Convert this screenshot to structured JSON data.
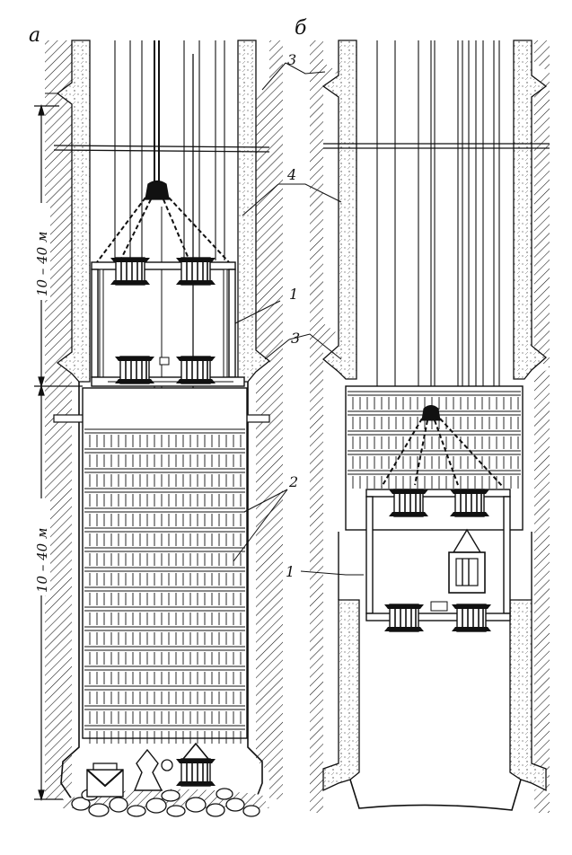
{
  "panels": [
    {
      "id": "a",
      "letter": "а"
    },
    {
      "id": "b",
      "letter": "б"
    }
  ],
  "dimensions": [
    {
      "id": "upper",
      "text": "10 – 40 м"
    },
    {
      "id": "lower",
      "text": "10 – 40 м"
    }
  ],
  "callouts": [
    {
      "id": "c3_top",
      "text": "3"
    },
    {
      "id": "c4",
      "text": "4"
    },
    {
      "id": "c1_a",
      "text": "1"
    },
    {
      "id": "c3_mid",
      "text": "3"
    },
    {
      "id": "c2",
      "text": "2"
    },
    {
      "id": "c1_b",
      "text": "1"
    }
  ],
  "colors": {
    "ink": "#111111",
    "paper": "#ffffff"
  }
}
